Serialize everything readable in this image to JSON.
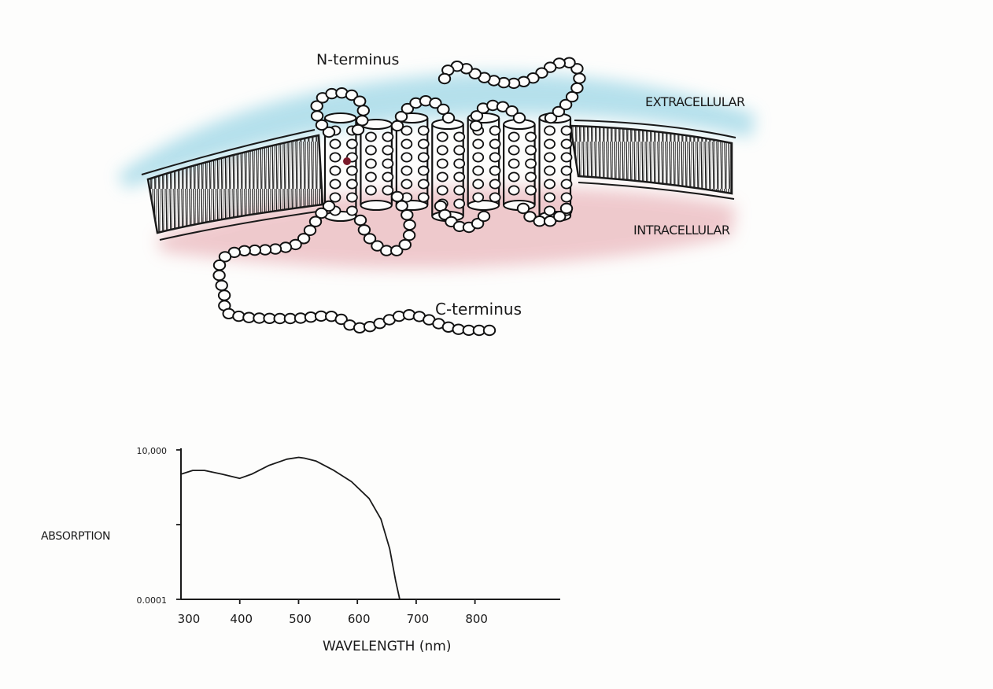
{
  "diagram": {
    "labels": {
      "n_terminus": "N-terminus",
      "c_terminus": "C-terminus",
      "extracellular": "EXTRACELLULAR",
      "intracellular": "INTRACELLULAR"
    },
    "colors": {
      "extracellular_wash": "#a9dbe9",
      "intracellular_wash": "#eab8bd",
      "membrane_ink": "#1a1a1a",
      "chromophore": "#7a1a2a"
    },
    "helix_count": 7
  },
  "chart_data": {
    "type": "line",
    "title": "",
    "xlabel": "WAVELENGTH (nm)",
    "ylabel": "ABSORPTION",
    "x_ticks": [
      300,
      400,
      500,
      600,
      700,
      800
    ],
    "x_tick_labels": [
      "300",
      "400",
      "500",
      "600",
      "700",
      "800"
    ],
    "y_tick_labels": [
      "0.0001",
      "10,000"
    ],
    "xlim": [
      300,
      950
    ],
    "y_scale": "log",
    "ylim": [
      0.0001,
      10000
    ],
    "grid": false,
    "series": [
      {
        "x": [
          300,
          320,
          340,
          370,
          400,
          420,
          450,
          480,
          500,
          510,
          530,
          560,
          590,
          620,
          640,
          655,
          665,
          672
        ],
        "y": [
          500,
          800,
          800,
          500,
          300,
          500,
          1500,
          3200,
          4000,
          3600,
          2500,
          800,
          200,
          25,
          2,
          0.05,
          0.001,
          0.0001
        ]
      }
    ]
  }
}
